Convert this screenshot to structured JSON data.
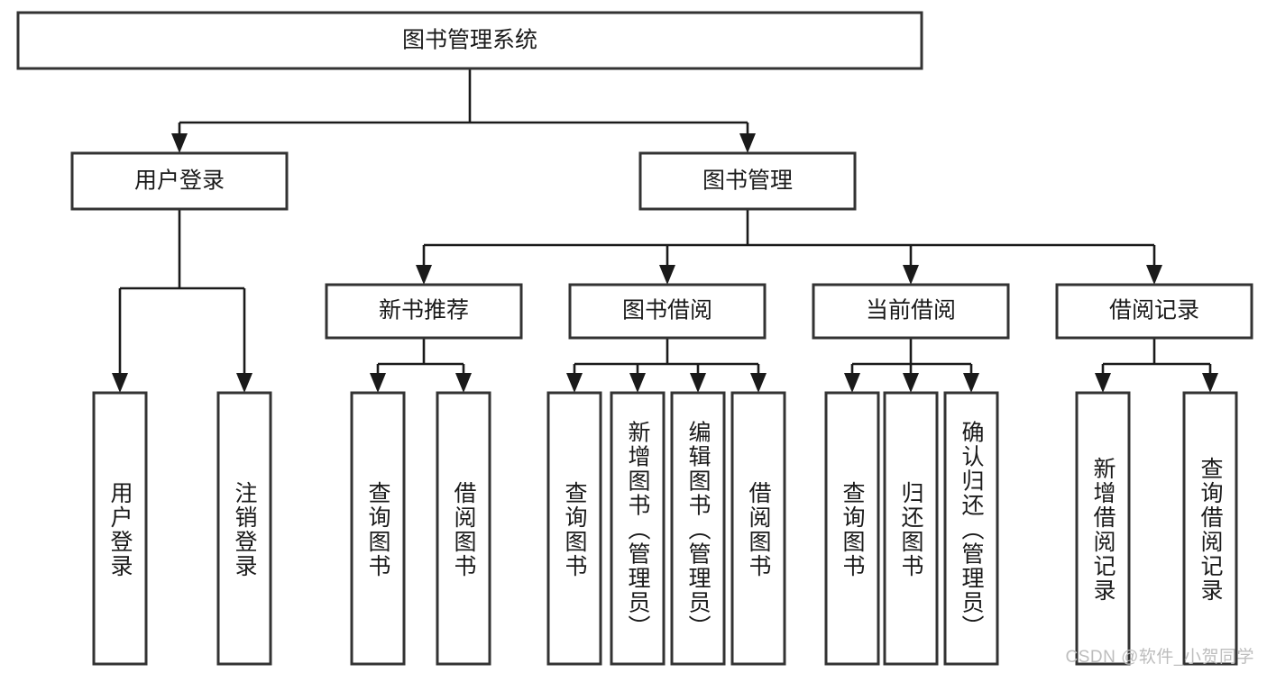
{
  "diagram": {
    "type": "tree-flowchart",
    "title": "图书管理系统",
    "watermark": "CSDN @软件_小贺同学",
    "colors": {
      "box_fill": "#ffffff",
      "box_stroke": "#333333",
      "line": "#1a1a1a",
      "text": "#1a1a1a",
      "watermark": "#bdbdbd"
    },
    "levels": {
      "root": {
        "label": "图书管理系统"
      },
      "level2": [
        {
          "label": "用户登录"
        },
        {
          "label": "图书管理"
        }
      ],
      "level3": [
        {
          "label": "新书推荐"
        },
        {
          "label": "图书借阅"
        },
        {
          "label": "当前借阅"
        },
        {
          "label": "借阅记录"
        }
      ],
      "leaves": {
        "user_login": [
          {
            "label": "用户登录"
          },
          {
            "label": "注销登录"
          }
        ],
        "new_book_recommend": [
          {
            "label": "查询图书"
          },
          {
            "label": "借阅图书"
          }
        ],
        "book_borrow": [
          {
            "label": "查询图书"
          },
          {
            "label": "新增图书（管理员）"
          },
          {
            "label": "编辑图书（管理员）"
          },
          {
            "label": "借阅图书"
          }
        ],
        "current_borrow": [
          {
            "label": "查询图书"
          },
          {
            "label": "归还图书"
          },
          {
            "label": "确认归还（管理员）"
          }
        ],
        "borrow_records": [
          {
            "label": "新增借阅记录"
          },
          {
            "label": "查询借阅记录"
          }
        ]
      }
    }
  }
}
